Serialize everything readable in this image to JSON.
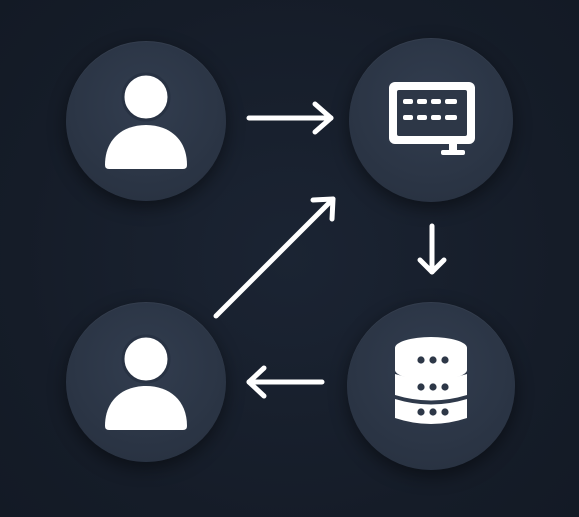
{
  "diagram": {
    "background": "#161e2b",
    "node_color": "#2d3747",
    "icon_color": "#ffffff",
    "arrow_color": "#ffffff",
    "nodes": [
      {
        "id": "user-top",
        "icon": "user-icon"
      },
      {
        "id": "terminal",
        "icon": "monitor-terminal-icon"
      },
      {
        "id": "database",
        "icon": "database-server-icon"
      },
      {
        "id": "user-bottom",
        "icon": "user-icon"
      }
    ],
    "edges": [
      {
        "from": "user-top",
        "to": "terminal"
      },
      {
        "from": "terminal",
        "to": "database"
      },
      {
        "from": "database",
        "to": "user-bottom"
      },
      {
        "from": "user-bottom",
        "to": "terminal"
      }
    ]
  }
}
